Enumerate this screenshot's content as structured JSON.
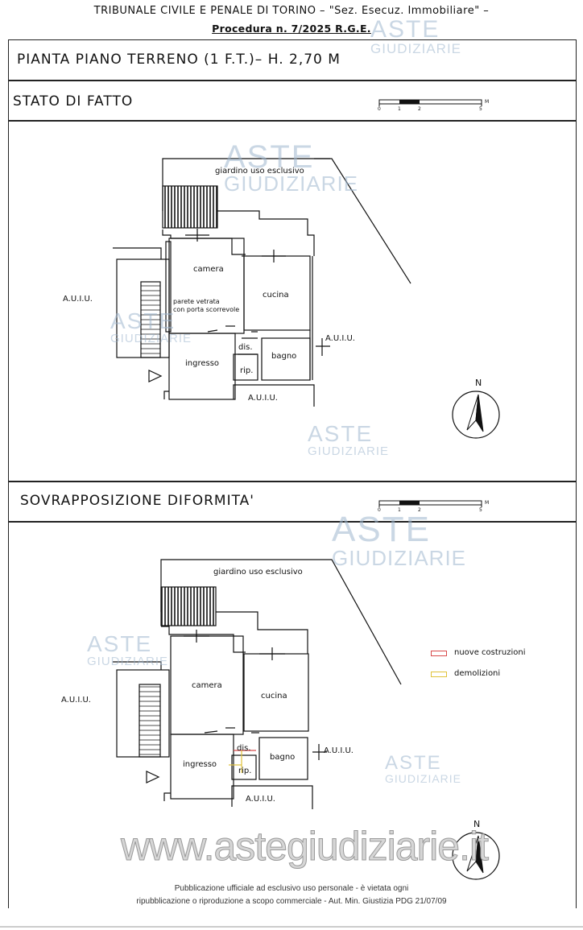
{
  "header": {
    "line1": "TRIBUNALE CIVILE E PENALE DI TORINO – \"Sez. Esecuz. Immobiliare\" –",
    "line2": "Procedura n. 7/2025 R.G.E."
  },
  "plan_title": "PIANTA PIANO TERRENO (1 F.T.)– H. 2,70 M",
  "section1": {
    "title": "STATO DI FATTO",
    "scale": {
      "ticks": [
        "0",
        "1",
        "2",
        "5"
      ],
      "unit": "M"
    },
    "labels": {
      "garden": "giardino uso esclusivo",
      "camera": "camera",
      "cucina": "cucina",
      "ingresso": "ingresso",
      "bagno": "bagno",
      "dis": "dis.",
      "rip": "rip.",
      "auiu_left": "A.U.I.U.",
      "auiu_right": "A.U.I.U.",
      "auiu_bottom": "A.U.I.U.",
      "parete1": "parete vetrata",
      "parete2": "con porta scorrevole"
    },
    "north": "N"
  },
  "section2": {
    "title": "SOVRAPPOSIZIONE DIFORMITA'",
    "scale": {
      "ticks": [
        "0",
        "1",
        "2",
        "5"
      ],
      "unit": "M"
    },
    "labels": {
      "garden": "giardino uso esclusivo",
      "camera": "camera",
      "cucina": "cucina",
      "ingresso": "ingresso",
      "bagno": "bagno",
      "dis": "dis.",
      "rip": "rip.",
      "auiu_left": "A.U.I.U.",
      "auiu_right": "A.U.I.U.",
      "auiu_bottom": "A.U.I.U."
    },
    "legend": [
      {
        "label": "nuove costruzioni",
        "color": "#d84a4a"
      },
      {
        "label": "demolizioni",
        "color": "#e0c23a"
      }
    ],
    "north": "N"
  },
  "watermark": {
    "brand_top": "ASTE",
    "brand_bottom": "GIUDIZIARIE",
    "url": "www.astegiudiziarie.it"
  },
  "footer": {
    "line1": "Pubblicazione ufficiale ad esclusivo uso personale - è vietata ogni",
    "line2": "ripubblicazione o riproduzione a scopo commerciale - Aut. Min. Giustizia PDG 21/07/09"
  }
}
